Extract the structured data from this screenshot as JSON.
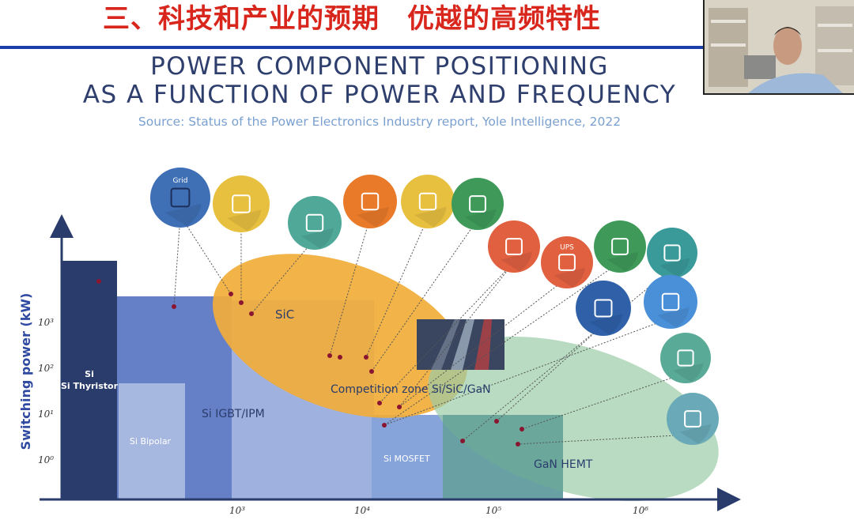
{
  "slide": {
    "chinese_title": "三、科技和产业的预期　优越的高频特性",
    "title_line1": "POWER COMPONENT POSITIONING",
    "title_line2": "AS A FUNCTION OF POWER AND FREQUENCY",
    "source": "Source: Status of the Power Electronics Industry report, Yole Intelligence, 2022"
  },
  "diagram": {
    "y_axis_label": "Switching power (kW)",
    "y_ticks": [
      "10³",
      "10²",
      "10¹",
      "10⁰"
    ],
    "x_ticks": [
      "10³",
      "10⁴",
      "10⁵",
      "10⁶"
    ],
    "regions": {
      "thyristor": "Si Thyristor",
      "bipolar": "Si Bipolar",
      "igbt": "Si IGBT/IPM",
      "mosfet": "Si MOSFET",
      "sic": "SiC",
      "competition": "Competition zone Si/SiC/GaN",
      "gan": "GaN HEMT"
    },
    "applications": [
      {
        "label": "Grid",
        "icon": "power-tower-icon",
        "color": "#3f6fb5"
      },
      {
        "icon": "wind-turbine-icon",
        "color": "#e8c040"
      },
      {
        "icon": "train-icon",
        "color": "#4fa898"
      },
      {
        "icon": "battery-icon",
        "color": "#e87a2a"
      },
      {
        "icon": "solar-panel-icon",
        "color": "#e8c040"
      },
      {
        "icon": "charging-station-icon",
        "color": "#3f9a5a"
      },
      {
        "icon": "electric-car-icon",
        "color": "#e06040"
      },
      {
        "label": "UPS",
        "icon": "power-button-icon",
        "color": "#e06040"
      },
      {
        "icon": "motor-icon",
        "color": "#3f9a5a"
      },
      {
        "icon": "robot-arm-icon",
        "color": "#3a9a9a"
      },
      {
        "icon": "washing-machine-icon",
        "color": "#2f60a8"
      },
      {
        "icon": "server-icon",
        "color": "#4a90d8"
      },
      {
        "icon": "power-plug-icon",
        "color": "#5aaa98"
      },
      {
        "icon": "monitor-icon",
        "color": "#6aaab8"
      }
    ],
    "colors": {
      "thyristor": "#2a3c6b",
      "igbt": "#6680c8",
      "bipolar": "#a7b8e0",
      "igbt_light": "#9fb1de",
      "mosfet": "#86a4da",
      "gan_region": "#5f9f92",
      "sic": "#f1ad3a",
      "gan": "#9acca6",
      "dot": "#8a1530"
    }
  }
}
